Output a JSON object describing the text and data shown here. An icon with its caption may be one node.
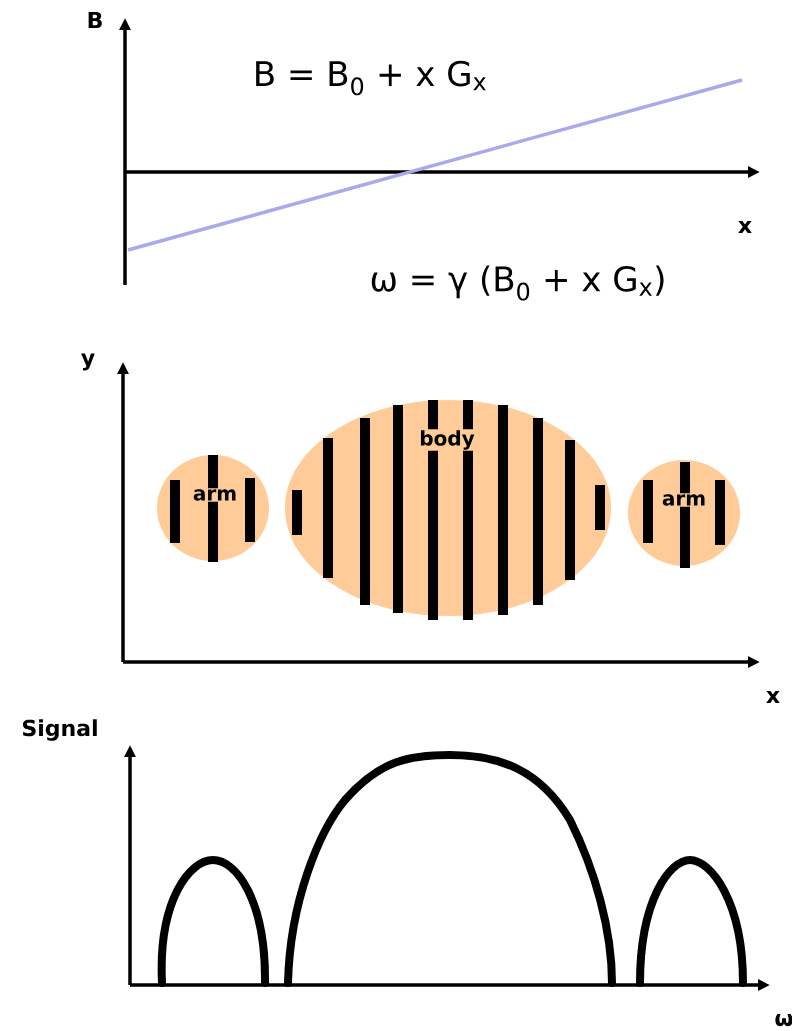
{
  "diagram": {
    "nodes": [
      {
        "text": [
          "arm"
        ]
      },
      {
        "text": [
          "body"
        ]
      },
      {
        "text": [
          "arm"
        ]
      }
    ],
    "labels": [
      "B",
      "B = B$_{0}$ + x G$_{x}$",
      "x",
      "ω = γ (B$_{0}$ + x G$_{x}$)",
      "y",
      "x",
      "Signal",
      "ω"
    ]
  }
}
